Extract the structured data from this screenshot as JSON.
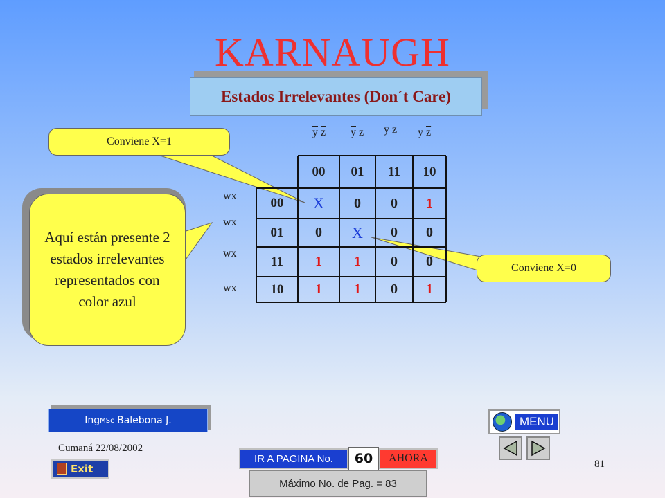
{
  "title": "KARNAUGH",
  "subtitle": "Estados Irrelevantes (Don´t Care)",
  "callouts": {
    "top": "Conviene X=1",
    "right": "Conviene X=0",
    "bubble": "Aquí están presente 2 estados irrelevantes representados con color azul"
  },
  "kmap": {
    "col_headers": [
      "00",
      "01",
      "11",
      "10"
    ],
    "rows": [
      {
        "label": "00",
        "cells": [
          "X",
          "0",
          "0",
          "1"
        ]
      },
      {
        "label": "01",
        "cells": [
          "0",
          "X",
          "0",
          "0"
        ]
      },
      {
        "label": "11",
        "cells": [
          "1",
          "1",
          "0",
          "0"
        ]
      },
      {
        "label": "10",
        "cells": [
          "1",
          "1",
          "0",
          "1"
        ]
      }
    ]
  },
  "footer": {
    "author": "Ing",
    "author_sub": "MSc",
    "author_name": " Balebona J.",
    "date": "Cumaná 22/08/2002",
    "page_number": "81",
    "exit_label": "Exit",
    "goto_label": "IR A PAGINA No.",
    "goto_value": "60",
    "now_label": "AHORA",
    "max_pages": "Máximo No. de Pag. = 83",
    "menu_label": "MENU"
  },
  "colors": {
    "title": "#ee3030",
    "subtitle_bg": "#9ecdf2",
    "subtitle_text": "#8a1818",
    "callout_bg": "#ffff4c",
    "dont_care": "#1a3cd8",
    "one": "#e01818"
  }
}
